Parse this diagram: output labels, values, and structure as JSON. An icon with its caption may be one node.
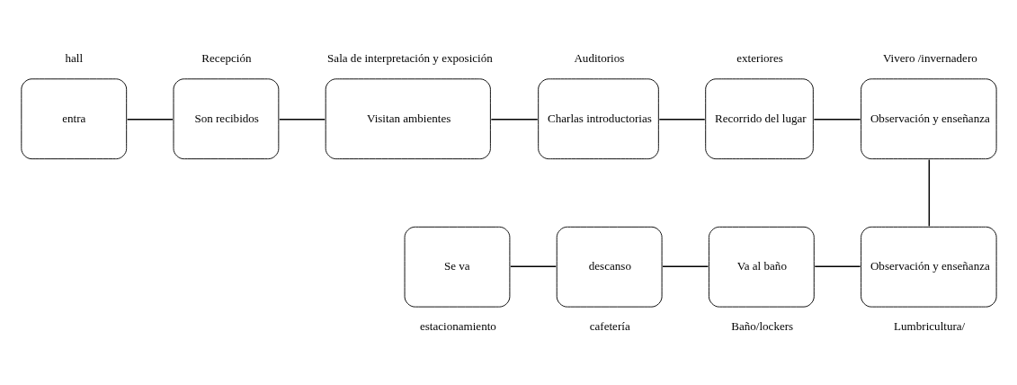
{
  "diagram": {
    "nodes": [
      {
        "text": [
          "entra"
        ],
        "beside": [
          "hall"
        ]
      },
      {
        "text": [
          "Son recibidos"
        ],
        "beside": [
          "Recepción"
        ]
      },
      {
        "text": [
          "Visitan ambientes"
        ],
        "beside": [
          "Sala de interpretación y exposición"
        ]
      },
      {
        "text": [
          "Charlas introductorias"
        ],
        "beside": [
          "Auditorios"
        ]
      },
      {
        "text": [
          "Recorrido del lugar"
        ],
        "beside": [
          "exteriores"
        ]
      },
      {
        "text": [
          "Observación y enseñanza"
        ],
        "beside": [
          "Vivero /invernadero"
        ]
      },
      {
        "text": [
          "Se va"
        ],
        "beside": [
          "estacionamiento"
        ]
      },
      {
        "text": [
          "descanso"
        ],
        "beside": [
          "cafetería"
        ]
      },
      {
        "text": [
          "Va al baño"
        ],
        "beside": [
          "Baño/lockers"
        ]
      },
      {
        "text": [
          "Observación y enseñanza"
        ],
        "beside": [
          "Lumbricultura/"
        ]
      }
    ],
    "edges": [
      {
        "from": 0,
        "to": 1,
        "arrow": "none"
      },
      {
        "from": 1,
        "to": 2,
        "arrow": "none"
      },
      {
        "from": 2,
        "to": 3,
        "arrow": "none"
      },
      {
        "from": 3,
        "to": 4,
        "arrow": "none"
      },
      {
        "from": 4,
        "to": 5,
        "arrow": "none"
      },
      {
        "from": 5,
        "to": 9,
        "arrow": "none"
      },
      {
        "from": 6,
        "to": 7,
        "arrow": "none"
      },
      {
        "from": 7,
        "to": 8,
        "arrow": "none"
      },
      {
        "from": 8,
        "to": 9,
        "arrow": "none"
      }
    ]
  }
}
